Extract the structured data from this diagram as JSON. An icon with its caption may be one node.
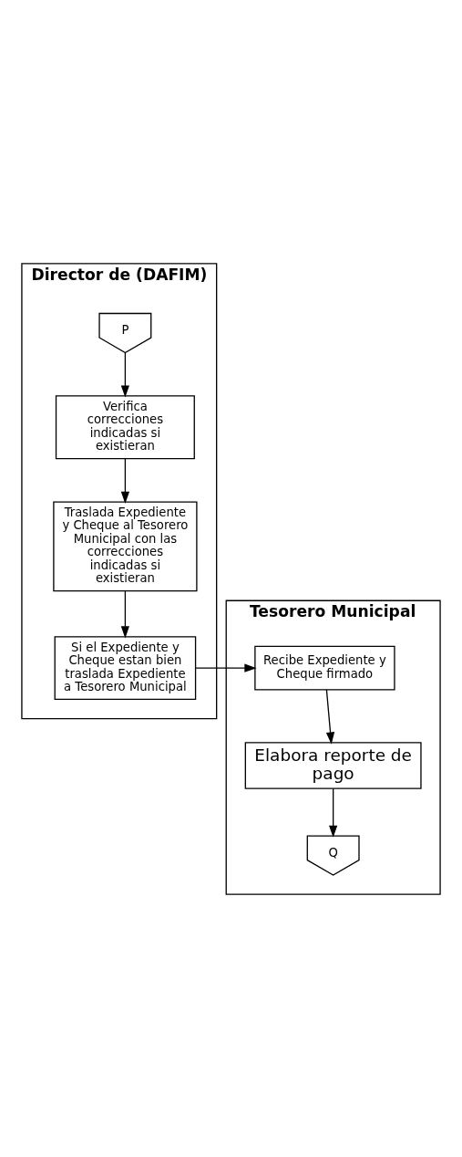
{
  "diagram": {
    "nodes": [
      {
        "text": [
          "Director de (DAFIM)"
        ]
      },
      {
        "text": [
          "Tesorero Municipal"
        ]
      },
      {
        "text": [
          "P"
        ],
        "in": 0
      },
      {
        "text": [
          "Verifica correcciones indicadas si existieran"
        ],
        "in": 0
      },
      {
        "text": [
          "Traslada Expediente y Cheque al Tesorero Municipal con las correcciones indicadas si existieran"
        ],
        "in": 0
      },
      {
        "text": [
          "Si el Expediente y Cheque estan bien traslada Expediente a Tesorero Municipal"
        ],
        "in": 0
      },
      {
        "text": [
          "Recibe Expediente y Cheque firmado"
        ],
        "in": 1
      },
      {
        "text": [
          "Elabora reporte de pago"
        ],
        "in": 1
      },
      {
        "text": [
          "Q"
        ],
        "in": 1
      }
    ],
    "edges": [
      {
        "from": 2,
        "to": 3,
        "arrow": "to"
      },
      {
        "from": 3,
        "to": 4,
        "arrow": "to"
      },
      {
        "from": 4,
        "to": 5,
        "arrow": "to"
      },
      {
        "from": 5,
        "to": 6,
        "arrow": "to"
      },
      {
        "from": 6,
        "to": 7,
        "arrow": "to"
      },
      {
        "from": 7,
        "to": 8,
        "arrow": "to"
      }
    ]
  }
}
